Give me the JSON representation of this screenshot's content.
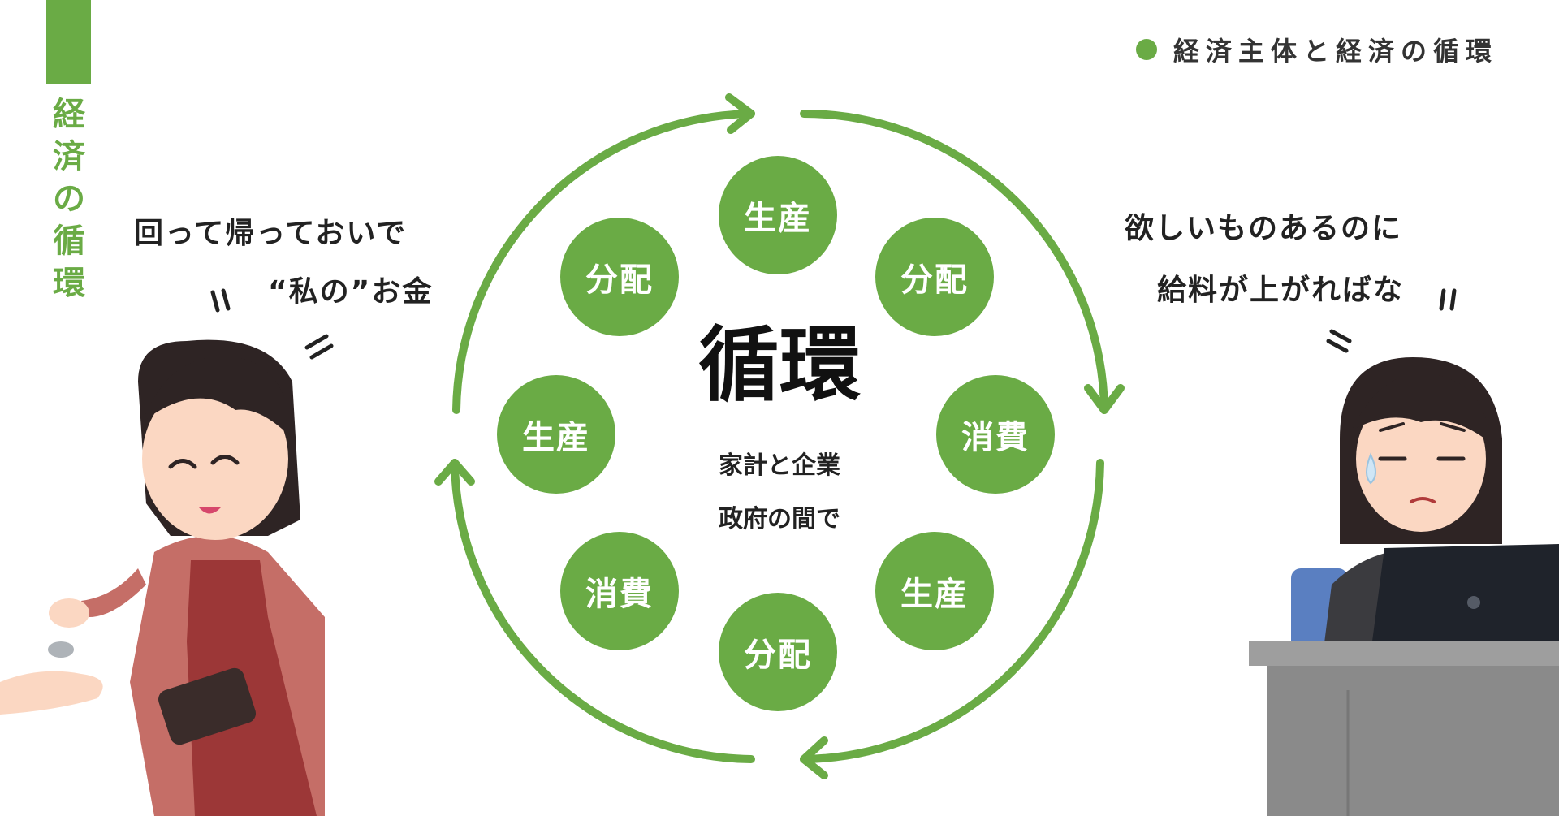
{
  "sidebar": {
    "title": "経済の循環"
  },
  "header": {
    "label": "経済主体と経済の循環"
  },
  "cycle": {
    "center_title": "循環",
    "center_sub1": "家計と企業",
    "center_sub2": "政府の間で",
    "nodes": [
      "生産",
      "分配",
      "消費",
      "生産",
      "分配",
      "消費",
      "生産",
      "分配"
    ]
  },
  "left_speech": {
    "line1": "回って帰っておいで",
    "line2": "“私の”お金"
  },
  "right_speech": {
    "line1": "欲しいものあるのに",
    "line2": "給料が上がればな"
  },
  "colors": {
    "accent": "#6aab45",
    "text": "#222222"
  }
}
